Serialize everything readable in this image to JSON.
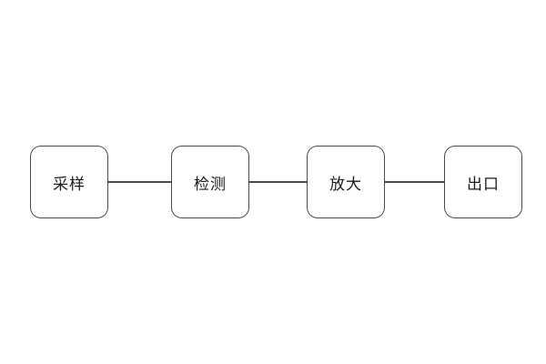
{
  "diagram": {
    "type": "flowchart",
    "direction": "horizontal",
    "nodes": [
      {
        "id": "sampling",
        "label": "采样",
        "shape": "rounded-rectangle"
      },
      {
        "id": "detection",
        "label": "检测",
        "shape": "rounded-rectangle"
      },
      {
        "id": "amplify",
        "label": "放大",
        "shape": "rounded-rectangle"
      },
      {
        "id": "outlet",
        "label": "出口",
        "shape": "rounded-rectangle"
      }
    ],
    "connections": [
      {
        "from": "sampling",
        "to": "detection",
        "style": "plain-line"
      },
      {
        "from": "detection",
        "to": "amplify",
        "style": "plain-line"
      },
      {
        "from": "amplify",
        "to": "outlet",
        "style": "plain-line"
      }
    ],
    "colors": {
      "background": "#ffffff",
      "node_border": "#4a4a4a",
      "connector": "#4a4a4a",
      "text": "#1a1a1a"
    }
  }
}
